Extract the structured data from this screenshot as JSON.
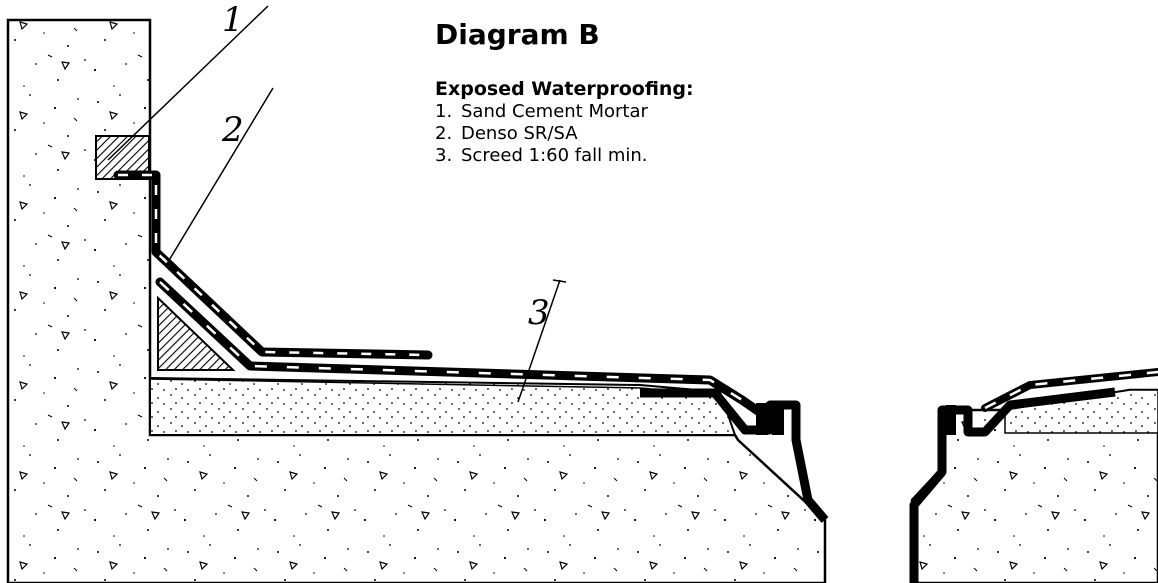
{
  "title": "Diagram B",
  "subtitle": "Exposed Waterproofing:",
  "legend": [
    {
      "number": "1.",
      "text": "Sand Cement Mortar"
    },
    {
      "number": "2.",
      "text": "Denso SR/SA"
    },
    {
      "number": "3.",
      "text": "Screed 1:60 fall min."
    }
  ],
  "callouts": [
    "1",
    "2",
    "3"
  ]
}
